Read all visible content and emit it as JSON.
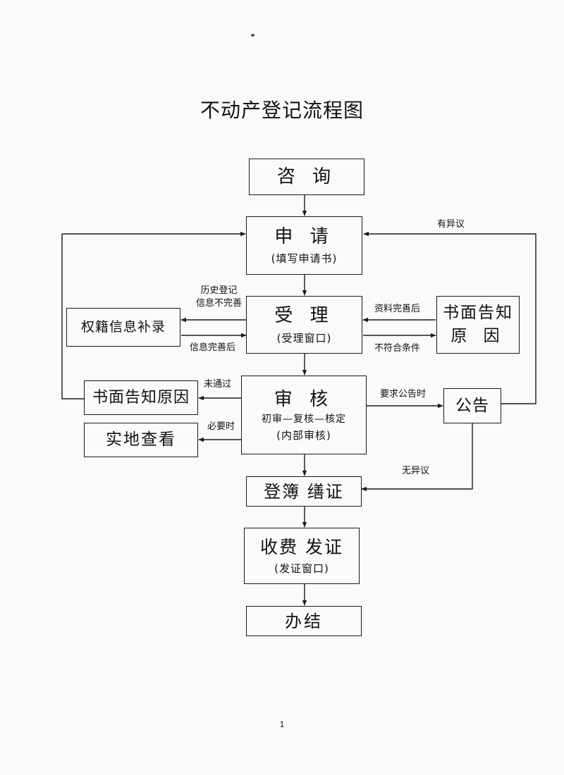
{
  "title": "不动产登记流程图",
  "boxes": {
    "consult": "咨  询",
    "apply": "申  请",
    "apply_sub": "(填写申请书)",
    "accept": "受  理",
    "accept_sub": "(受理窗口)",
    "supplement": "权籍信息补录",
    "notify_reason_right": "书面告知",
    "notify_reason_right_2": "原  因",
    "review": "审  核",
    "review_sub1": "初审—复核—核定",
    "review_sub2": "(内部审核)",
    "notify_reason_left": "书面告知原因",
    "site_inspection": "实地查看",
    "announcement": "公告",
    "register": "登簿 缮证",
    "fee": "收费 发证",
    "fee_sub": "(发证窗口)",
    "complete": "办结"
  },
  "labels": {
    "history_incomplete_1": "历史登记",
    "history_incomplete_2": "信息不完善",
    "info_improved": "信息完善后",
    "materials_improved": "资料完善后",
    "not_qualified": "不符合条件",
    "not_passed": "未通过",
    "when_necessary": "必要时",
    "announce_required": "要求公告时",
    "objection": "有异议",
    "no_objection": "无异议"
  },
  "page_number": "1"
}
